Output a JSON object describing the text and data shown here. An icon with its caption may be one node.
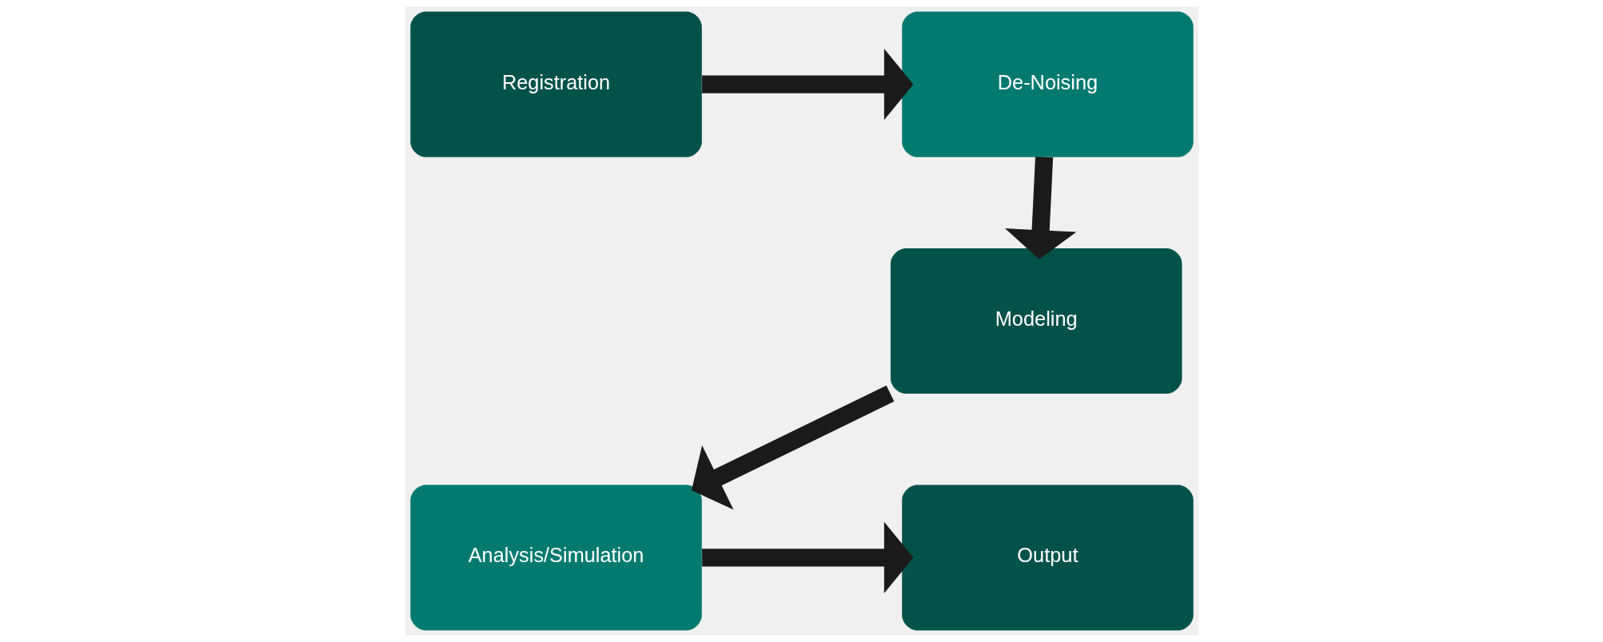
{
  "diagram": {
    "nodes": [
      {
        "text": [
          "Registration"
        ]
      },
      {
        "text": [
          "De-Noising"
        ]
      },
      {
        "text": [
          "Modeling"
        ]
      },
      {
        "text": [
          "Analysis/Simulation"
        ]
      },
      {
        "text": [
          "Output"
        ]
      }
    ],
    "edges": [
      {
        "from": 0,
        "to": 1,
        "arrow": "to"
      },
      {
        "from": 1,
        "to": 2,
        "arrow": "to"
      },
      {
        "from": 2,
        "to": 3,
        "arrow": "to"
      },
      {
        "from": 3,
        "to": 4,
        "arrow": "to"
      }
    ]
  }
}
